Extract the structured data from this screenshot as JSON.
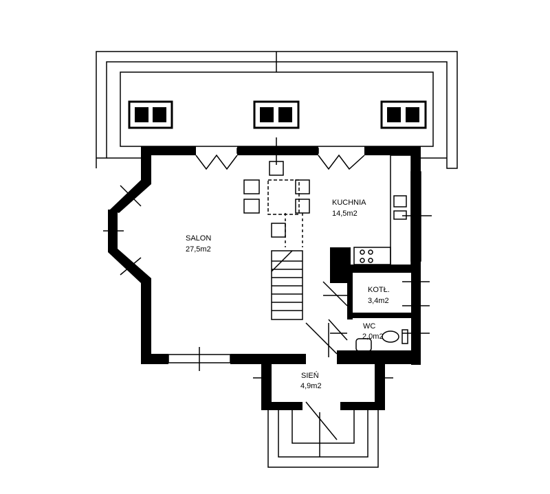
{
  "rooms": [
    {
      "name": "SALON",
      "area": "27,5m2"
    },
    {
      "name": "KUCHNIA",
      "area": "14,5m2"
    },
    {
      "name": "KOTŁ.",
      "area": "3,4m2"
    },
    {
      "name": "WC",
      "area": "2,0m2"
    },
    {
      "name": "SIEŃ",
      "area": "4,9m2"
    }
  ]
}
